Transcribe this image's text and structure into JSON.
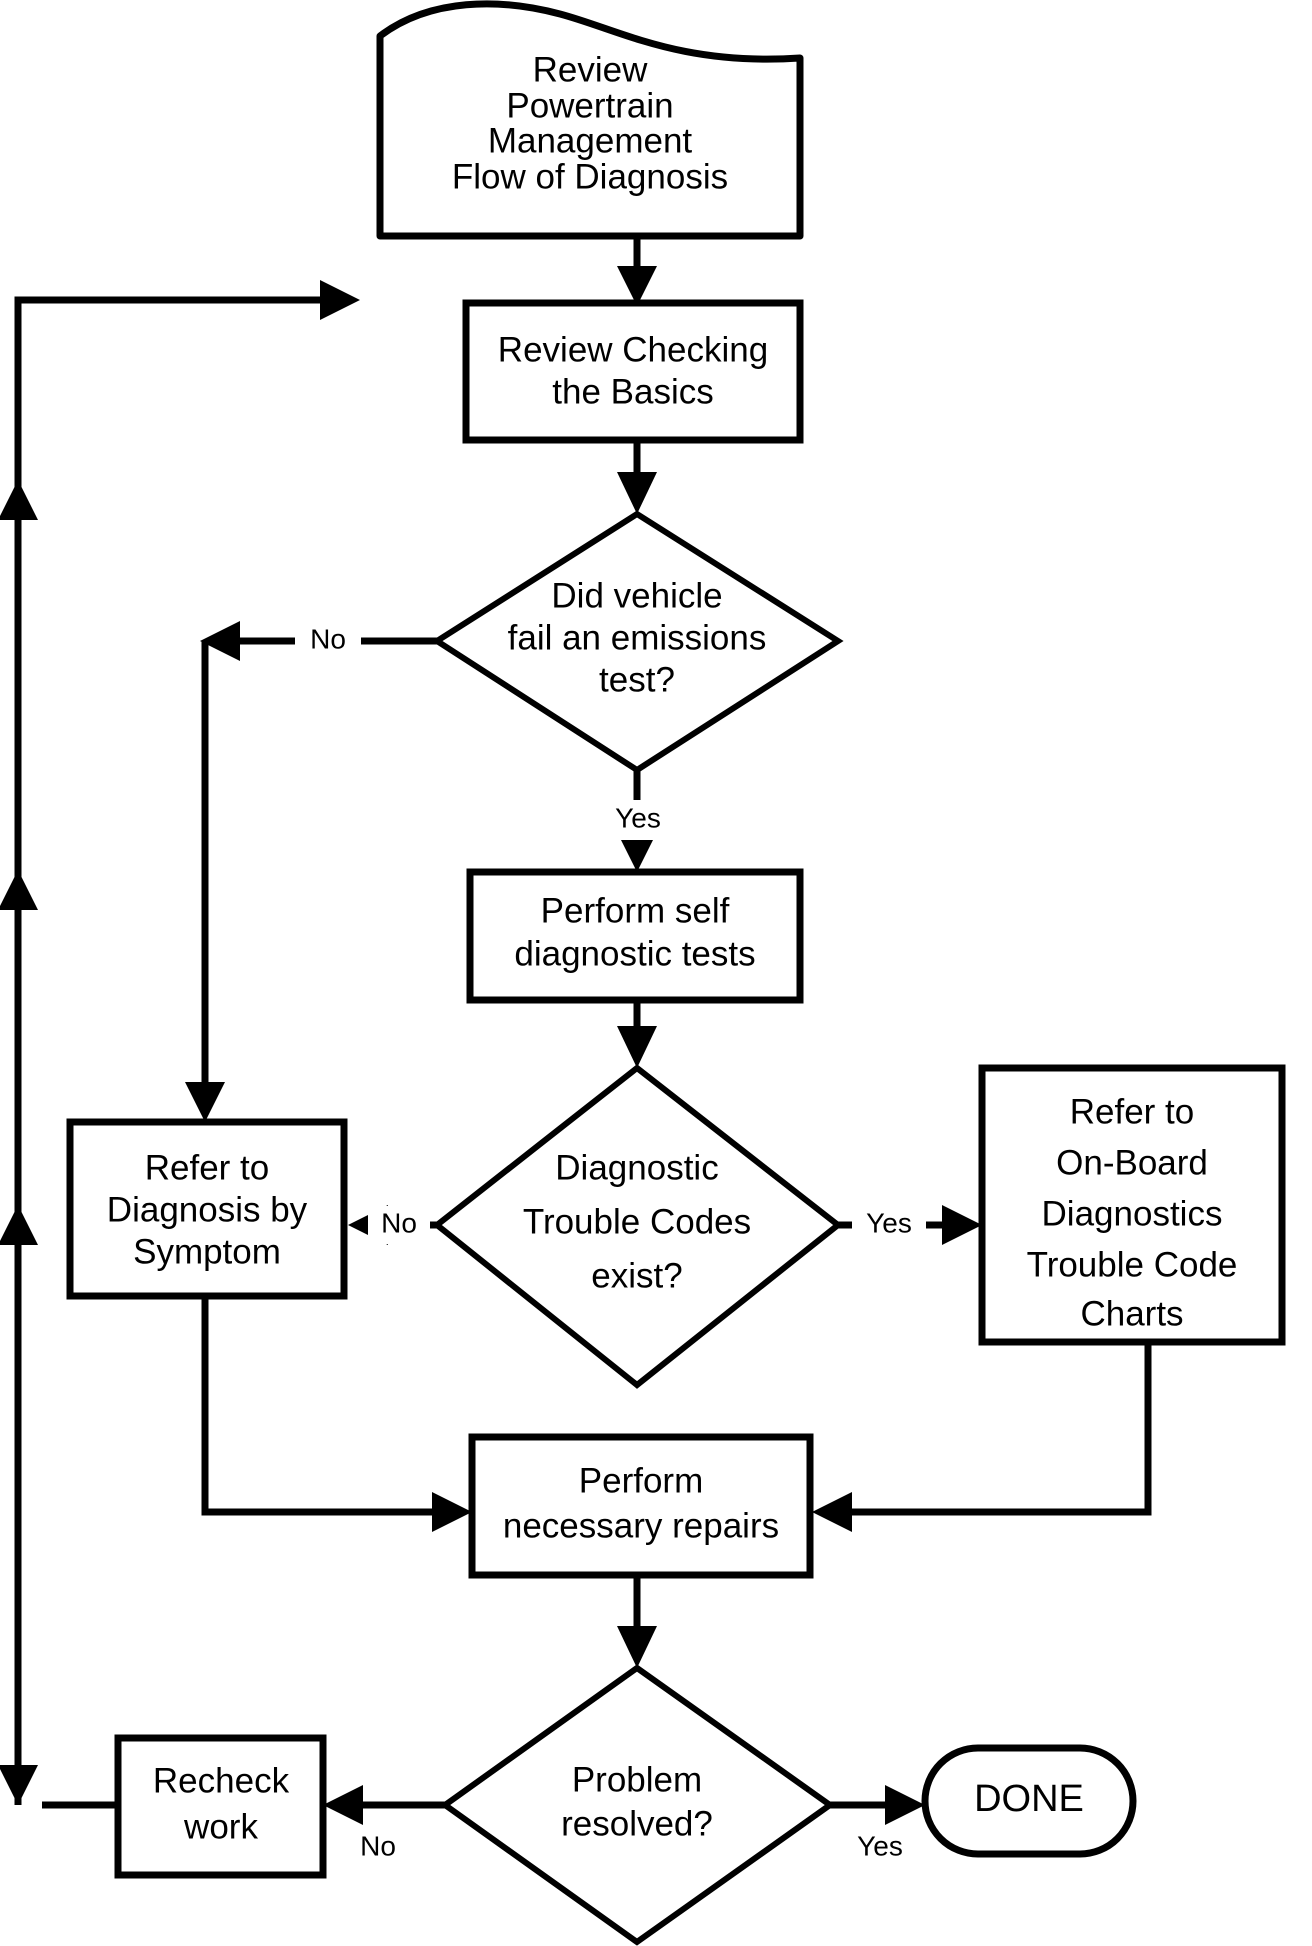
{
  "diagram": {
    "title": "Powertrain Management Flow of Diagnosis",
    "type": "flowchart",
    "background_color": "#ffffff",
    "line_color": "#000000",
    "nodes": [
      {
        "id": "review-powertrain",
        "shape": "document",
        "lines": [
          "Review",
          "Powertrain",
          "Management",
          "Flow of Diagnosis"
        ]
      },
      {
        "id": "review-basics",
        "shape": "process",
        "lines": [
          "Review Checking",
          "the Basics"
        ]
      },
      {
        "id": "emissions-test",
        "shape": "decision",
        "lines": [
          "Did vehicle",
          "fail an emissions",
          "test?"
        ]
      },
      {
        "id": "self-diagnostic",
        "shape": "process",
        "lines": [
          "Perform self",
          "diagnostic tests"
        ]
      },
      {
        "id": "dtc-exist",
        "shape": "decision",
        "lines": [
          "Diagnostic",
          "Trouble Codes",
          "exist?"
        ]
      },
      {
        "id": "diagnosis-by-symptom",
        "shape": "process",
        "lines": [
          "Refer to",
          "Diagnosis by",
          "Symptom"
        ]
      },
      {
        "id": "obd-charts",
        "shape": "process",
        "lines": [
          "Refer to",
          "On-Board",
          "Diagnostics",
          "Trouble Code",
          "Charts"
        ]
      },
      {
        "id": "perform-repairs",
        "shape": "process",
        "lines": [
          "Perform",
          "necessary repairs"
        ]
      },
      {
        "id": "problem-resolved",
        "shape": "decision",
        "lines": [
          "Problem",
          "resolved?"
        ]
      },
      {
        "id": "recheck-work",
        "shape": "process",
        "lines": [
          "Recheck",
          "work"
        ]
      },
      {
        "id": "done",
        "shape": "terminator",
        "lines": [
          "DONE"
        ]
      }
    ],
    "edge_labels": {
      "emissions_no": "No",
      "emissions_yes": "Yes",
      "dtc_no": "No",
      "dtc_yes": "Yes",
      "resolved_no": "No",
      "resolved_yes": "Yes"
    }
  }
}
